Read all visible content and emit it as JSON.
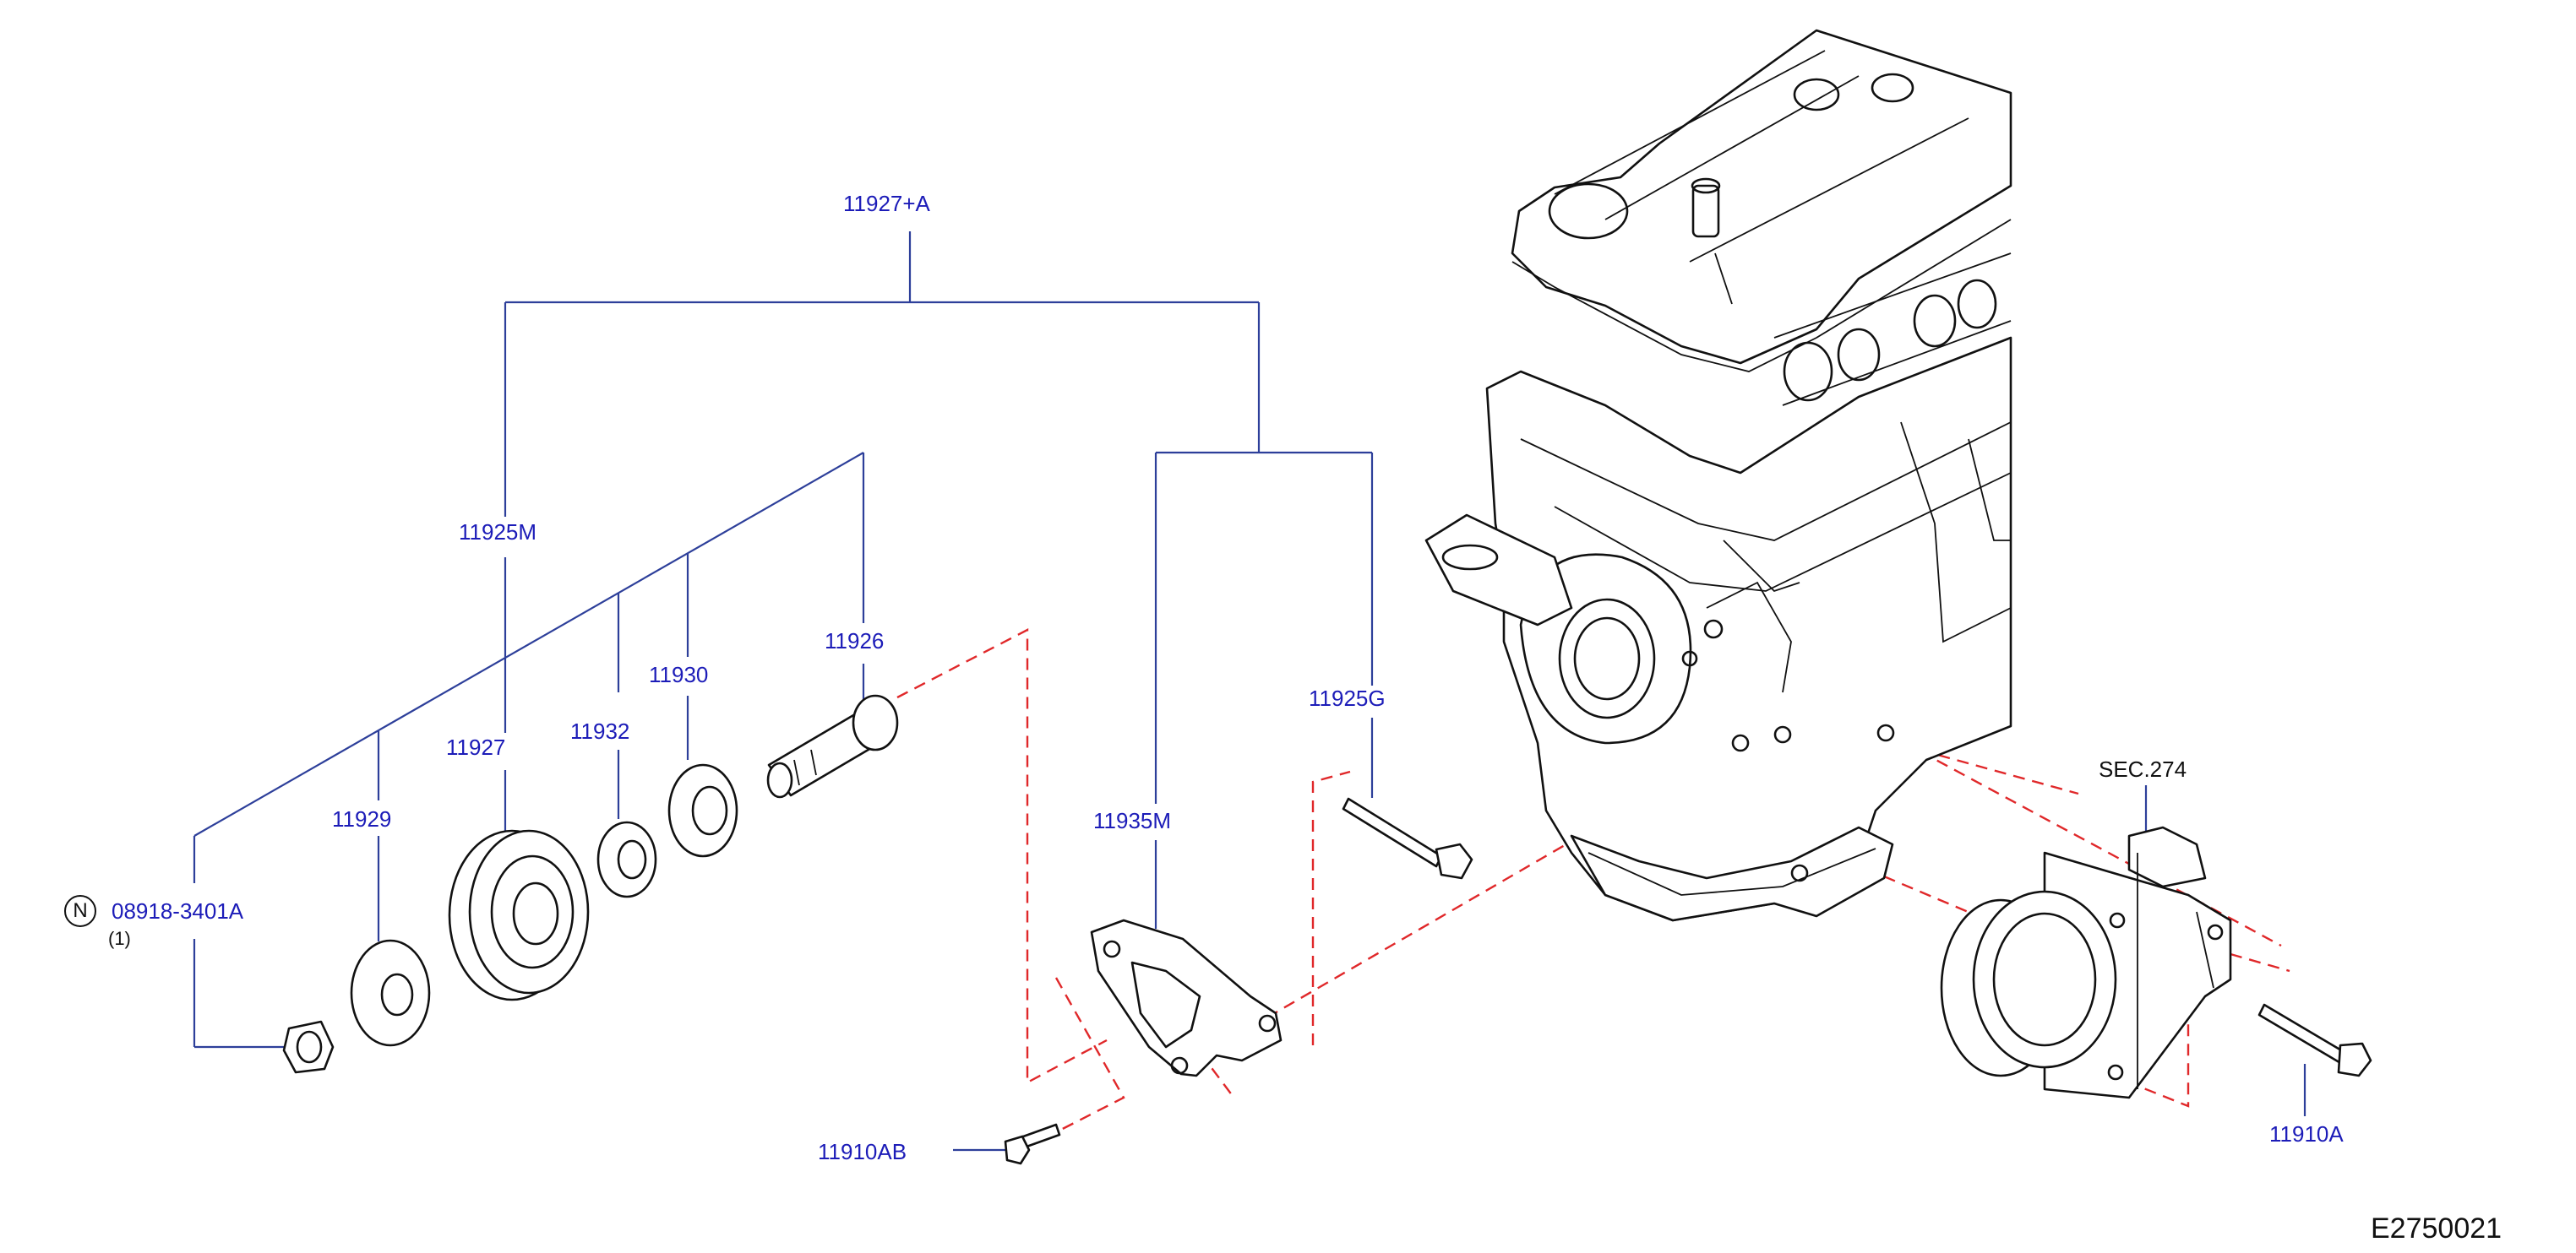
{
  "parts": {
    "p11927A": "11927+A",
    "p11925M": "11925M",
    "p11926": "11926",
    "p11930": "11930",
    "p11932": "11932",
    "p11927": "11927",
    "p11929": "11929",
    "p08918": "08918-3401A",
    "p08918_qty": "(1)",
    "p11925G": "11925G",
    "p11935M": "11935M",
    "p11910AB": "11910AB",
    "p11910A": "11910A"
  },
  "n_marker": "N",
  "section_ref": "SEC.274",
  "diagram_code": "E2750021",
  "colors": {
    "callout_text": "#1c1cb8",
    "leader_line": "#2d3f9a",
    "assembly_dash": "#e0282a",
    "line_art": "#111111"
  }
}
